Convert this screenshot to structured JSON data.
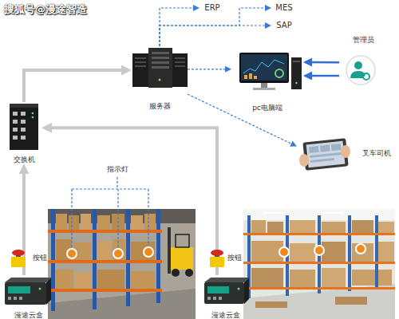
{
  "diagram": {
    "nodes": [
      {
        "text": [
          "服务器"
        ]
      },
      {
        "text": [
          "ERP"
        ]
      },
      {
        "text": [
          "MES"
        ]
      },
      {
        "text": [
          "SAP"
        ]
      },
      {
        "text": [
          "pc电脑端"
        ]
      },
      {
        "text": [
          "管理员"
        ]
      },
      {
        "text": [
          "叉车司机"
        ]
      },
      {
        "text": [
          "交换机"
        ]
      },
      {
        "text": [
          "指示灯"
        ]
      },
      {
        "text": [
          "按钮"
        ]
      },
      {
        "text": [
          "漫途云盒"
        ]
      },
      {
        "text": [
          "按钮"
        ]
      },
      {
        "text": [
          "漫途云盒"
        ]
      }
    ],
    "edges": [
      {
        "from": 0,
        "to": 1,
        "arrow": "to"
      },
      {
        "from": 0,
        "to": 2,
        "arrow": "to"
      },
      {
        "from": 0,
        "to": 3,
        "arrow": "to"
      },
      {
        "from": 0,
        "to": 4,
        "arrow": "to"
      },
      {
        "from": 5,
        "to": 4,
        "arrow": "to"
      },
      {
        "from": 5,
        "to": 4,
        "arrow": "to"
      },
      {
        "from": 0,
        "to": 6,
        "arrow": "to"
      },
      {
        "from": 7,
        "to": 0,
        "arrow": "to"
      },
      {
        "from": 10,
        "to": 7,
        "arrow": "to"
      },
      {
        "from": 12,
        "to": 7,
        "arrow": "to"
      }
    ],
    "labels": [
      "搜狐号@漫途智造"
    ]
  }
}
